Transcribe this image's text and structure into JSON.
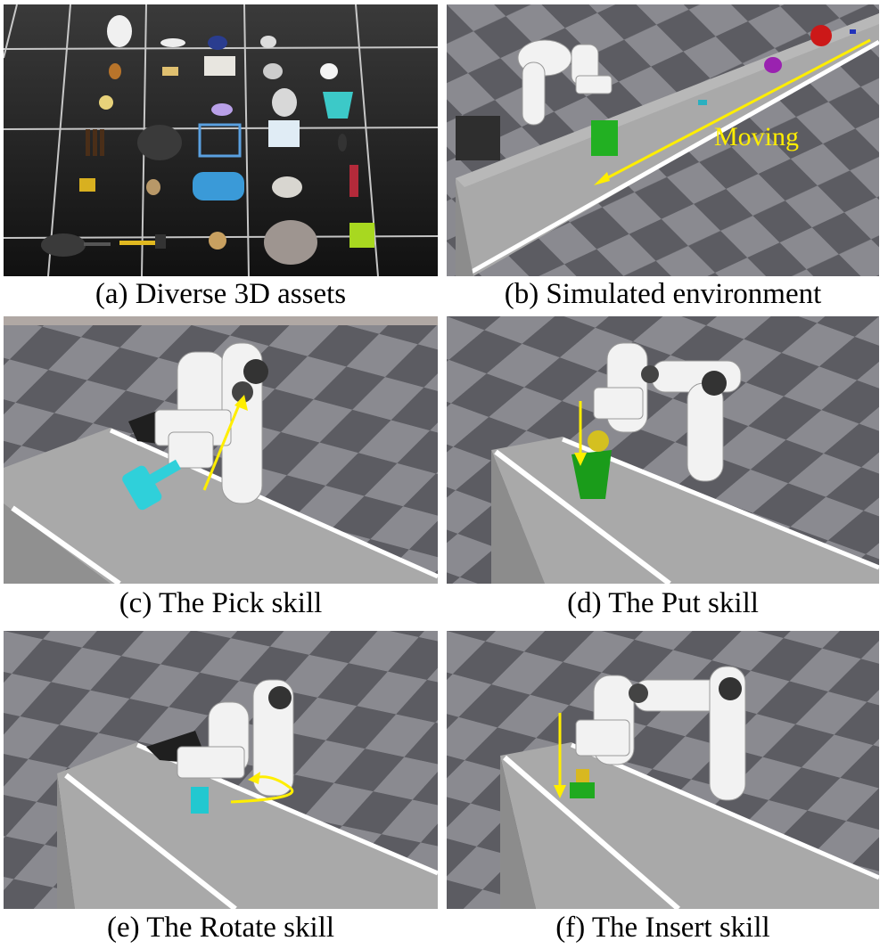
{
  "figure": {
    "panels": [
      {
        "id": "a",
        "caption": "(a) Diverse 3D assets"
      },
      {
        "id": "b",
        "caption": "(b) Simulated environment",
        "annotation": "Moving"
      },
      {
        "id": "c",
        "caption": "(c) The Pick skill"
      },
      {
        "id": "d",
        "caption": "(d) The Put skill"
      },
      {
        "id": "e",
        "caption": "(e) The Rotate skill"
      },
      {
        "id": "f",
        "caption": "(f) The Insert skill"
      }
    ]
  },
  "colors": {
    "arrow": "#ffee00",
    "floor_dark": "#5c5c62",
    "floor_light": "#8a8a90",
    "table": "#a9a9a9",
    "robot": "#f2f2f2"
  }
}
